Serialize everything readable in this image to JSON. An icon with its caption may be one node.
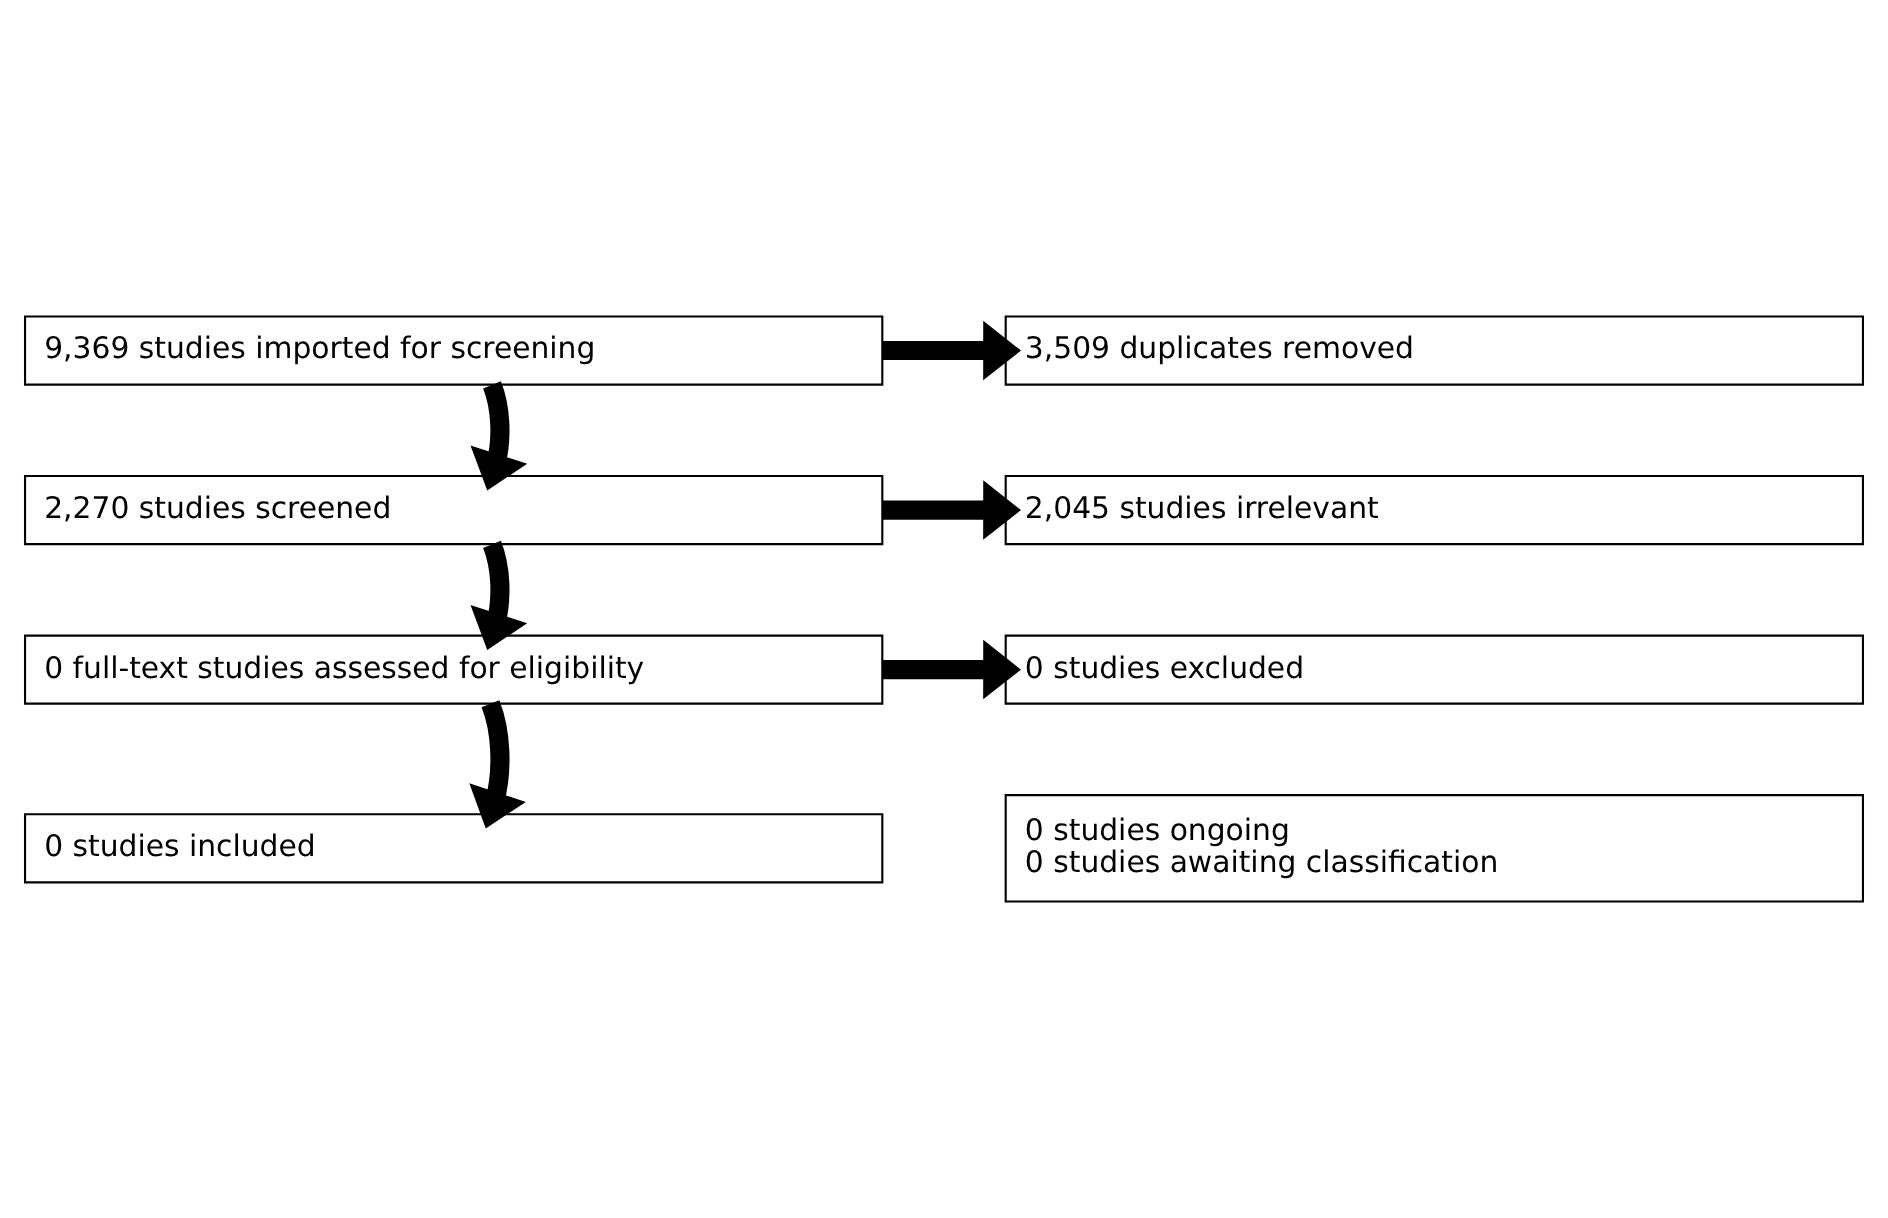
{
  "diagram": {
    "nodes": [
      {
        "text": [
          "9,369 studies imported for screening"
        ]
      },
      {
        "text": [
          "3,509 duplicates removed"
        ]
      },
      {
        "text": [
          "2,270 studies screened"
        ]
      },
      {
        "text": [
          "2,045 studies irrelevant"
        ]
      },
      {
        "text": [
          "0 full-text studies assessed for eligibility"
        ]
      },
      {
        "text": [
          "0 studies excluded"
        ]
      },
      {
        "text": [
          "0 studies ongoing",
          "0 studies awaiting classification"
        ]
      },
      {
        "text": [
          "0 studies included"
        ]
      }
    ],
    "edges": [
      {
        "from": 0,
        "to": 1,
        "arrow": "to"
      },
      {
        "from": 0,
        "to": 2,
        "arrow": "to"
      },
      {
        "from": 2,
        "to": 3,
        "arrow": "to"
      },
      {
        "from": 2,
        "to": 4,
        "arrow": "to"
      },
      {
        "from": 4,
        "to": 5,
        "arrow": "to"
      },
      {
        "from": 4,
        "to": 7,
        "arrow": "to"
      }
    ]
  }
}
